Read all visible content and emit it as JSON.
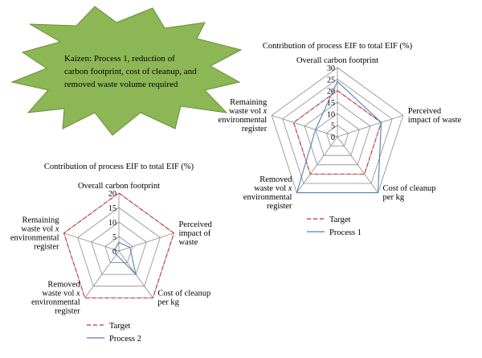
{
  "callout": {
    "lines": [
      "Kaizen: Process 1, reduction of",
      "carbon footprint, cost of cleanup, and",
      "removed waste volume required"
    ],
    "fill_color": "#8db654",
    "stroke_color": "#6a8f3a"
  },
  "chart_data": [
    {
      "type": "radar",
      "title": "Contribution of process EIF to total EIF (%)",
      "axes": [
        [
          "Overall carbon footprint"
        ],
        [
          "Perceived",
          "impact of waste"
        ],
        [
          "Cost of cleanup",
          "per kg"
        ],
        [
          "Removed",
          "waste vol x",
          "environmental",
          "register"
        ],
        [
          "Remaining",
          "waste vol x",
          "environmental",
          "register"
        ]
      ],
      "rlim": [
        0,
        30
      ],
      "ticks": [
        0,
        5,
        10,
        15,
        20,
        25,
        30
      ],
      "series": [
        {
          "name": "Target",
          "values": [
            20,
            20,
            20,
            20,
            20
          ],
          "color": "#d9262e",
          "dash": "5,3"
        },
        {
          "name": "Process 1",
          "values": [
            24,
            20,
            30,
            30,
            10
          ],
          "color": "#4f81bd",
          "dash": ""
        }
      ],
      "legend_position": "bottom-left"
    },
    {
      "type": "radar",
      "title": "Contribution of process EIF to total EIF (%)",
      "axes": [
        [
          "Overall carbon footprint"
        ],
        [
          "Perceived",
          "impact of",
          "waste"
        ],
        [
          "Cost of cleanup",
          "per kg"
        ],
        [
          "Removed",
          "waste vol x",
          "environmental",
          "register"
        ],
        [
          "Remaining",
          "waste vol x",
          "environmental",
          "register"
        ]
      ],
      "rlim": [
        0,
        20
      ],
      "ticks": [
        0,
        5,
        10,
        15,
        20
      ],
      "series": [
        {
          "name": "Target",
          "values": [
            20,
            20,
            20,
            20,
            20
          ],
          "color": "#d9262e",
          "dash": "5,3"
        },
        {
          "name": "Process 2",
          "values": [
            3,
            4,
            10,
            1.5,
            1.5
          ],
          "color": "#4f81bd",
          "dash": ""
        }
      ],
      "legend_position": "bottom-left"
    }
  ]
}
